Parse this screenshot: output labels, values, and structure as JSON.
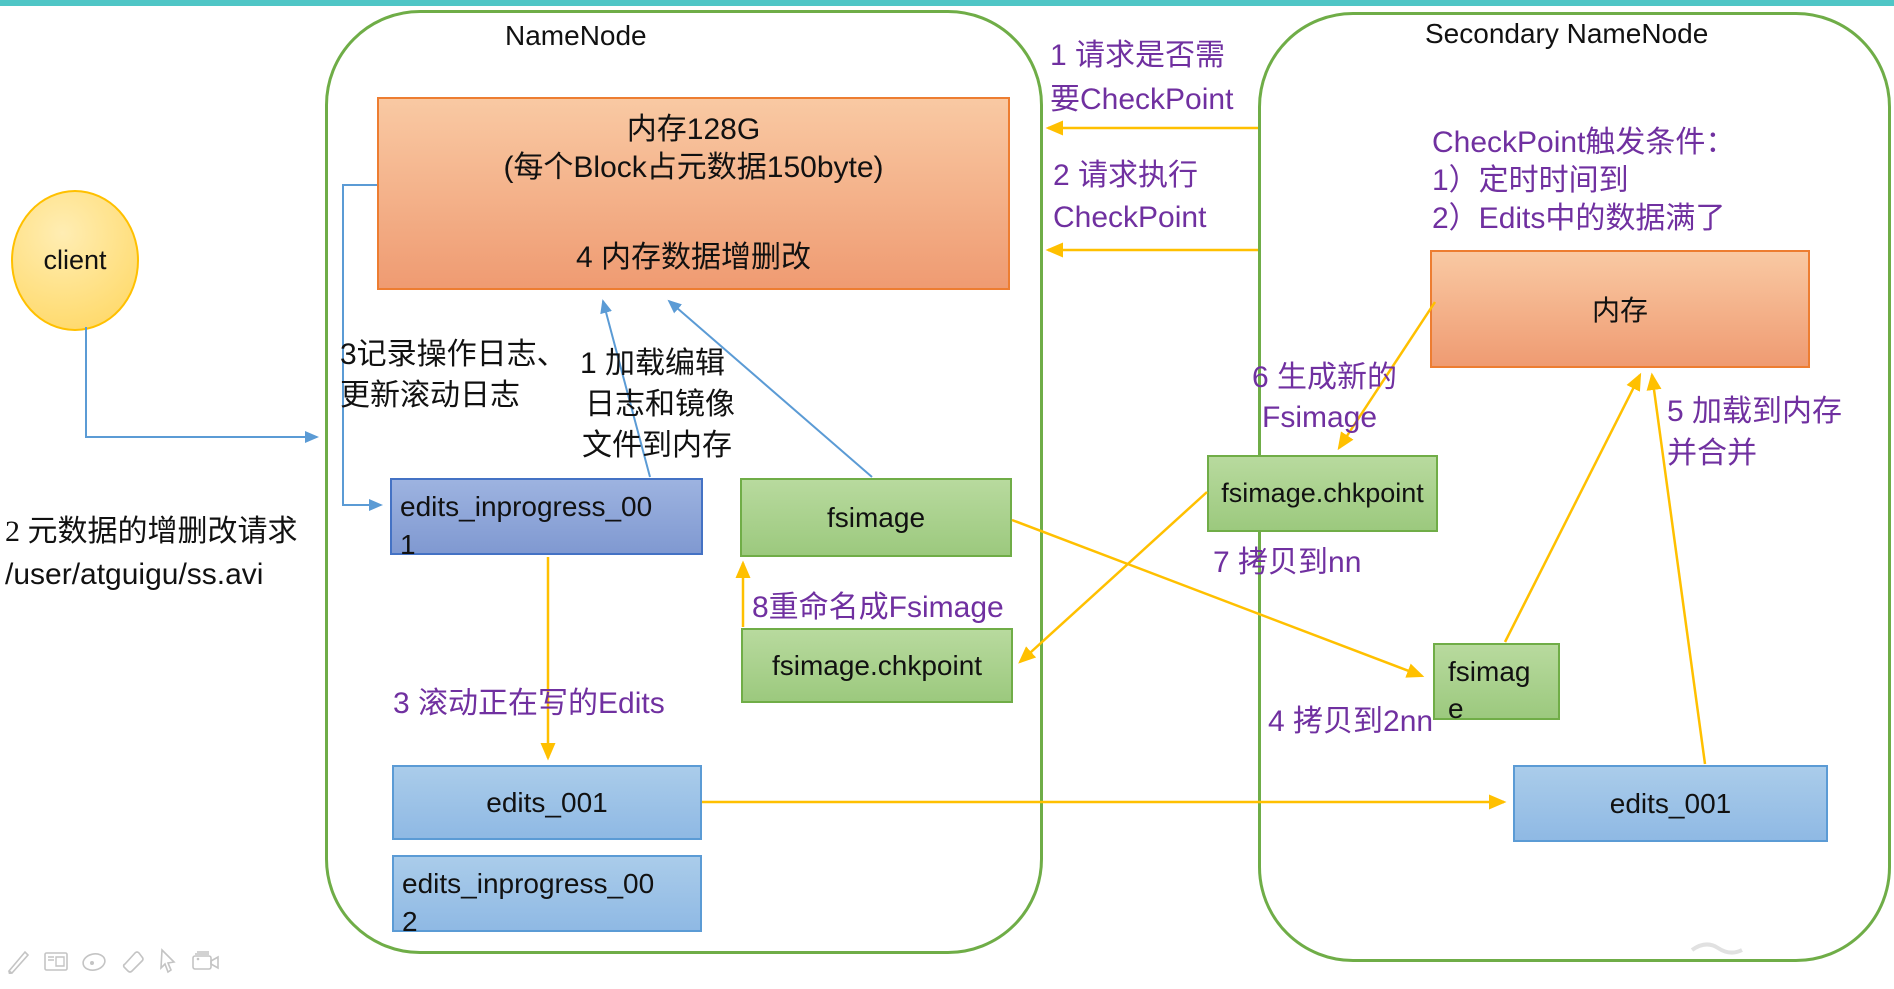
{
  "colors": {
    "topbar": "#4FC6C6",
    "container_border": "#6FAD47",
    "arrow_yellow": "#FFC000",
    "arrow_blue": "#5B9BD5",
    "text_purple": "#7030A0",
    "box_orange_border": "#ED7D31",
    "box_green_border": "#70AD47",
    "box_blue_border": "#4472C4",
    "box_lightblue_border": "#5B9BD5"
  },
  "client": {
    "label": "client",
    "request_line1": "2 元数据的增删改请求",
    "request_line2": "/user/atguigu/ss.avi"
  },
  "namenode": {
    "title": "NameNode",
    "memory_box": {
      "line1": "内存128G",
      "line2": "(每个Block占元数据150byte)",
      "line3": "4 内存数据增删改"
    },
    "boxes": {
      "edits_inprogress_001": "edits_inprogress_001",
      "fsimage": "fsimage",
      "fsimage_chkpoint": "fsimage.chkpoint",
      "edits_001": "edits_001",
      "edits_inprogress_002": "edits_inprogress_002"
    },
    "annotations": {
      "record_log_line1": "3记录操作日志、",
      "record_log_line2": "更新滚动日志",
      "load_line1": "1 加载编辑",
      "load_line2": "日志和镜像",
      "load_line3": "文件到内存",
      "roll_edits": "3 滚动正在写的Edits",
      "rename": "8重命名成Fsimage"
    }
  },
  "secondary_namenode": {
    "title": "Secondary NameNode",
    "conditions_line1": "CheckPoint触发条件：",
    "conditions_line2": "1）定时时间到",
    "conditions_line3": "2）Edits中的数据满了",
    "memory_box": "内存",
    "boxes": {
      "fsimage_chkpoint": "fsimage.chkpoint",
      "fsimage": "fsimage",
      "edits_001": "edits_001"
    },
    "annotations": {
      "generate_line1": "6 生成新的",
      "generate_line2": "Fsimage",
      "copy_to_nn": "7 拷贝到nn",
      "copy_to_2nn": "4 拷贝到2nn",
      "load_merge_line1": "5 加载到内存",
      "load_merge_line2": "并合并"
    }
  },
  "flows": {
    "request1_line1": "1 请求是否需",
    "request1_line2": "要CheckPoint",
    "request2_line1": "2 请求执行",
    "request2_line2": "CheckPoint"
  },
  "toolbar": {
    "icons": [
      "pen-icon",
      "slides-icon",
      "laser-pointer-icon",
      "eraser-icon",
      "cursor-icon",
      "camera-icon"
    ]
  }
}
